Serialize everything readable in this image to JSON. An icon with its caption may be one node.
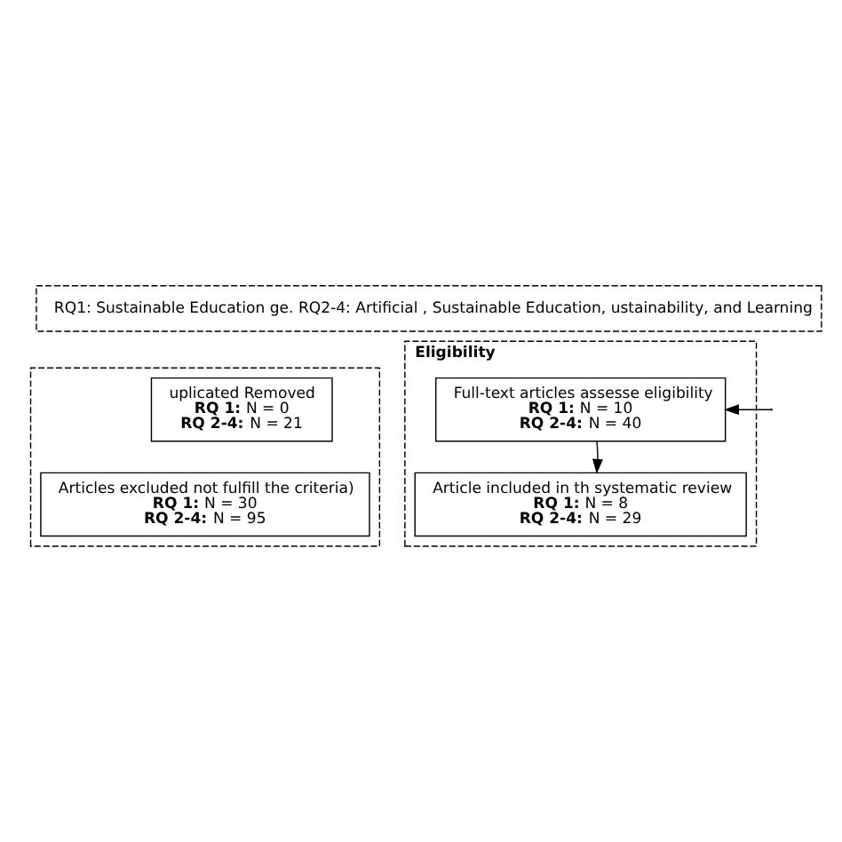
{
  "diagram": {
    "nodes": [
      {
        "text": [
          "RQ1: Sustainable Education ge. RQ2-4: Artificial , Sustainable Education, ustainability, and Learning"
        ]
      },
      {
        "text": [],
        "shape": "box"
      },
      {
        "text": [
          "uplicated Removed",
          "**RQ 1:** N = 0",
          "**RQ 2-4:** N = 21"
        ],
        "in": 1
      },
      {
        "text": [
          "Articles excluded not fulfill the criteria)",
          "**RQ 1:** N = 30",
          "**RQ 2-4:** N = 95"
        ],
        "in": 1
      },
      {
        "text": [
          "**Eligibility**"
        ]
      },
      {
        "text": [
          "Full-text articles assesse eligibility",
          "**RQ 1:** N = 10",
          "**RQ 2-4:** N = 40"
        ],
        "in": 4
      },
      {
        "text": [
          "Article included in th systematic review",
          "**RQ 1:** N = 8",
          "**RQ 2-4:** N = 29"
        ],
        "in": 4
      }
    ],
    "edges": [
      {
        "from": null,
        "to": 5,
        "arrow": "to"
      },
      {
        "from": 5,
        "to": 6,
        "arrow": "to"
      }
    ]
  }
}
